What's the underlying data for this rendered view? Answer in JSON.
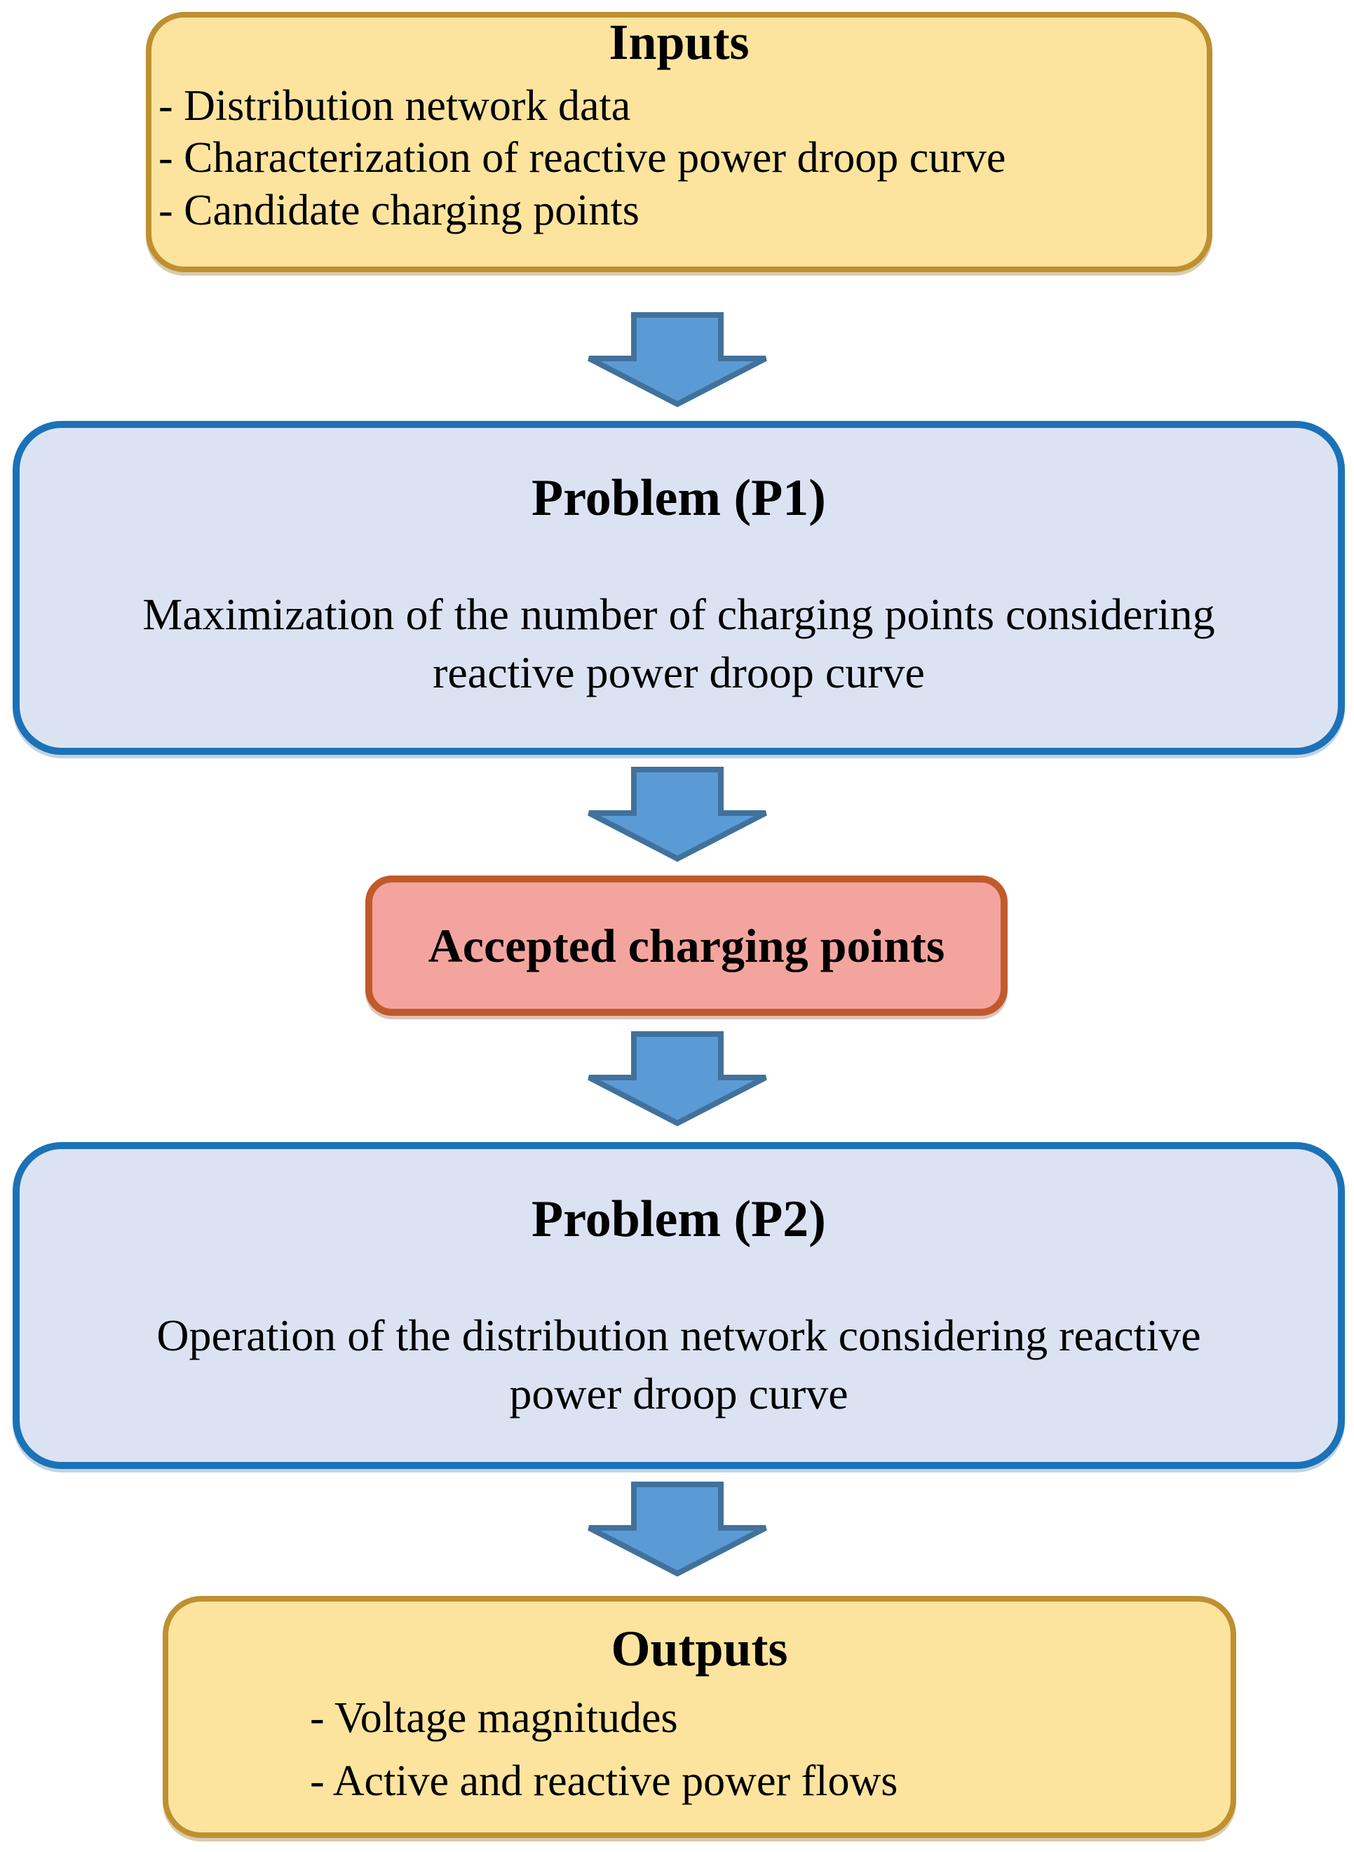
{
  "figure": {
    "type": "flowchart",
    "description": "Two-stage optimization flowchart linking inputs, Problem (P1), accepted charging points, Problem (P2), and outputs"
  },
  "palette": {
    "page_bg": "#FFFFFF",
    "text": "#000000",
    "io_fill": "#FCE49E",
    "io_border": "#BF9030",
    "problem_fill": "#DBE3F3",
    "problem_border": "#1B72B8",
    "accepted_fill": "#F4A49E",
    "accepted_border": "#C15A2B",
    "arrow_fill": "#5B9BD5",
    "arrow_border": "#41719C"
  },
  "inputs": {
    "title": "Inputs",
    "items": [
      "- Distribution network data",
      "- Characterization of reactive power droop curve",
      "- Candidate charging points"
    ]
  },
  "problem1": {
    "title": "Problem (P1)",
    "body_lines": [
      "Maximization of the number of charging points considering",
      "reactive power droop curve"
    ]
  },
  "accepted": {
    "label": "Accepted charging points"
  },
  "problem2": {
    "title": "Problem (P2)",
    "body_lines": [
      "Operation of the distribution network considering reactive",
      "power droop curve"
    ]
  },
  "outputs": {
    "title": "Outputs",
    "items": [
      "- Voltage magnitudes",
      "- Active and reactive power flows"
    ]
  },
  "connectors": {
    "icon": "down-block-arrow",
    "count": 4
  }
}
